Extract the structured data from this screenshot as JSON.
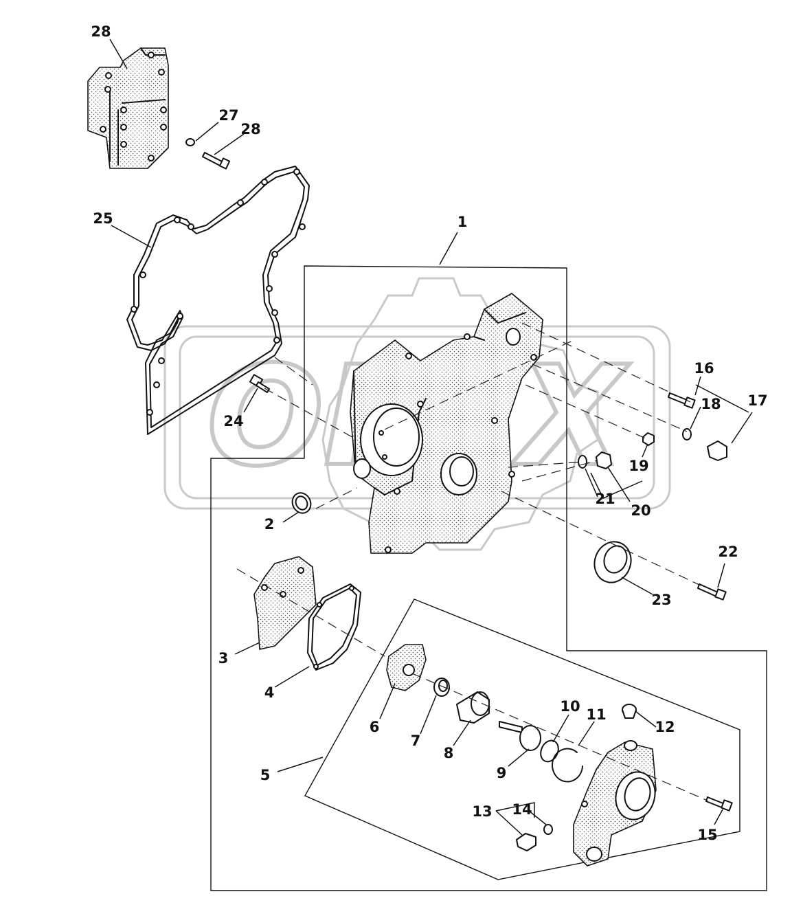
{
  "watermark": {
    "text": "OPEX",
    "color": "#c8c8c8"
  },
  "callouts": [
    {
      "id": "c1",
      "label": "1"
    },
    {
      "id": "c2",
      "label": "2"
    },
    {
      "id": "c3",
      "label": "3"
    },
    {
      "id": "c4",
      "label": "4"
    },
    {
      "id": "c5",
      "label": "5"
    },
    {
      "id": "c6",
      "label": "6"
    },
    {
      "id": "c7",
      "label": "7"
    },
    {
      "id": "c8",
      "label": "8"
    },
    {
      "id": "c9",
      "label": "9"
    },
    {
      "id": "c10",
      "label": "10"
    },
    {
      "id": "c11",
      "label": "11"
    },
    {
      "id": "c12",
      "label": "12"
    },
    {
      "id": "c13",
      "label": "13"
    },
    {
      "id": "c14",
      "label": "14"
    },
    {
      "id": "c15",
      "label": "15"
    },
    {
      "id": "c16",
      "label": "16"
    },
    {
      "id": "c17",
      "label": "17"
    },
    {
      "id": "c18",
      "label": "18"
    },
    {
      "id": "c19",
      "label": "19"
    },
    {
      "id": "c20",
      "label": "20"
    },
    {
      "id": "c21",
      "label": "21"
    },
    {
      "id": "c22",
      "label": "22"
    },
    {
      "id": "c23",
      "label": "23"
    },
    {
      "id": "c24",
      "label": "24"
    },
    {
      "id": "c25",
      "label": "25"
    },
    {
      "id": "c27",
      "label": "27"
    },
    {
      "id": "c28a",
      "label": "28"
    },
    {
      "id": "c28b",
      "label": "28"
    }
  ],
  "colors": {
    "line": "#111111",
    "background": "#ffffff",
    "watermark": "#c8c8c8"
  }
}
